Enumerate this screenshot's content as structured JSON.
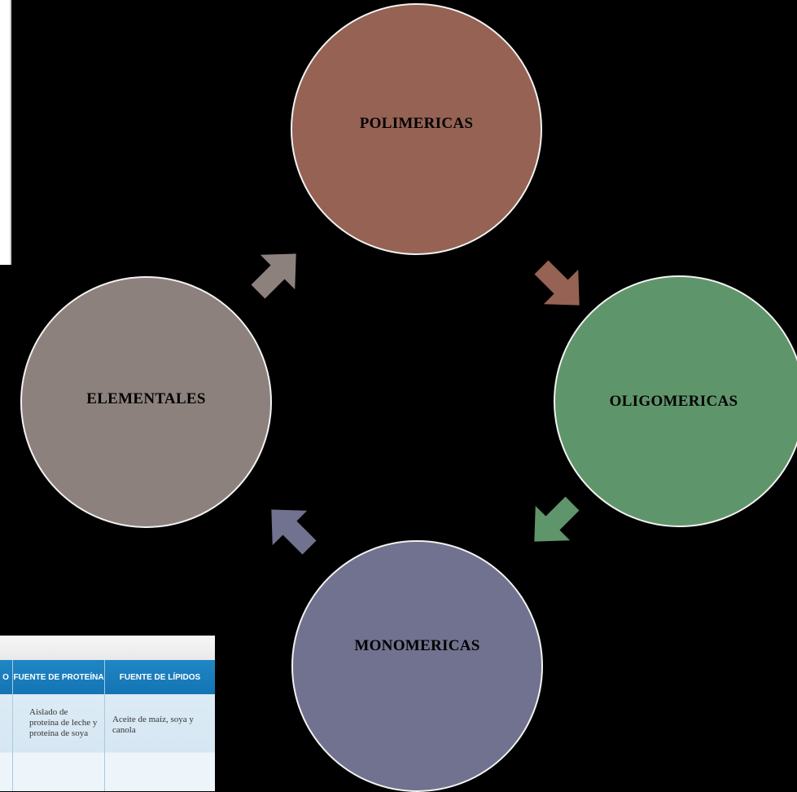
{
  "diagram": {
    "nodes": [
      {
        "id": "polimericas",
        "label": "POLIMERICAS",
        "color": "#956254"
      },
      {
        "id": "oligomericas",
        "label": "OLIGOMERICAS",
        "color": "#5f956a"
      },
      {
        "id": "monomericas",
        "label": "MONOMERICAS",
        "color": "#70728f"
      },
      {
        "id": "elementales",
        "label": "ELEMENTALES",
        "color": "#8d817e"
      }
    ],
    "edges": [
      {
        "from": "polimericas",
        "to": "oligomericas",
        "color": "#956254"
      },
      {
        "from": "oligomericas",
        "to": "monomericas",
        "color": "#5f956a"
      },
      {
        "from": "monomericas",
        "to": "elementales",
        "color": "#70728f"
      },
      {
        "from": "elementales",
        "to": "polimericas",
        "color": "#8d817e"
      }
    ]
  },
  "table_fragment": {
    "header_left_glyph": "O",
    "columns": [
      "FUENTE DE PROTEÍNA",
      "FUENTE DE LÍPIDOS"
    ],
    "row": [
      "Aislado de proteína de leche y proteína de soya",
      "Aceite de maíz, soya y canola"
    ],
    "accent_color": "#1a7dbd"
  }
}
